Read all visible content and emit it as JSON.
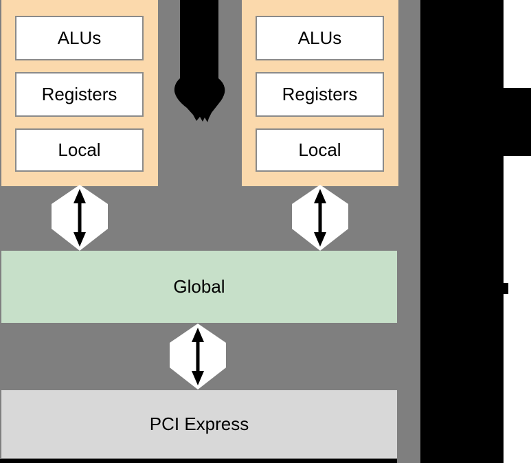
{
  "units": [
    {
      "cells": [
        {
          "label": "ALUs"
        },
        {
          "label": "Registers"
        },
        {
          "label": "Local"
        }
      ]
    },
    {
      "cells": [
        {
          "label": "ALUs"
        },
        {
          "label": "Registers"
        },
        {
          "label": "Local"
        }
      ]
    }
  ],
  "memory": {
    "global_label": "Global",
    "pci_label": "PCI Express"
  },
  "icons": {
    "bidirectional_arrow": "↕",
    "ellipsis_truncation": "…"
  },
  "colors": {
    "bg_gray": "#7f7f7f",
    "unit_fill": "#fbd9ac",
    "cell_fill": "#ffffff",
    "cell_border": "#8a8a8a",
    "global_fill": "#c7e0c9",
    "pci_fill": "#d8d8d8",
    "shape_black": "#000000",
    "text_black": "#000000",
    "page_white": "#ffffff"
  }
}
